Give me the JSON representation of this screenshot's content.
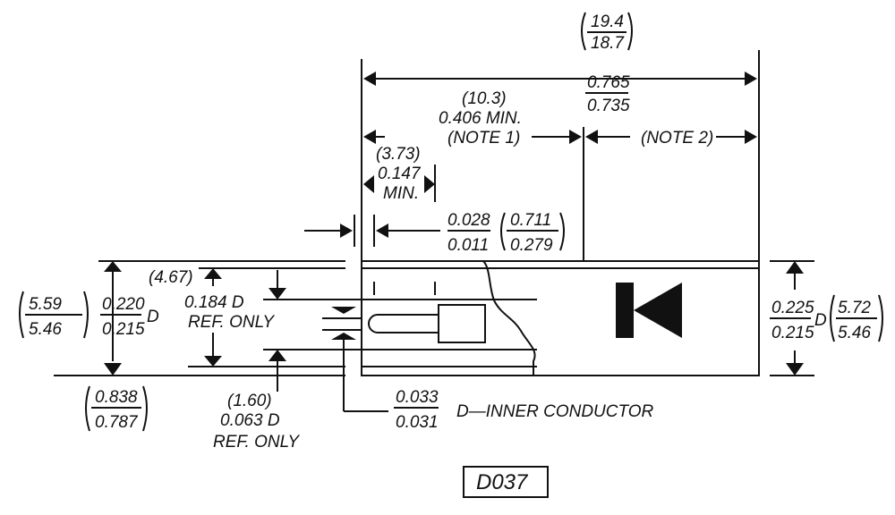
{
  "dims": {
    "overall_mm_hi": "19.4",
    "overall_mm_lo": "18.7",
    "overall_in_hi": "0.765",
    "overall_in_lo": "0.735",
    "min_mm": "(10.3)",
    "min_in": "0.406 MIN.",
    "note1": "(NOTE 1)",
    "note2": "(NOTE 2)",
    "small_mm": "(3.73)",
    "small_in": "0.147",
    "small_min": "MIN.",
    "gap_in_hi": "0.028",
    "gap_in_lo": "0.011",
    "gap_mm_hi": "0.711",
    "gap_mm_lo": "0.279",
    "ref184_mm": "(4.67)",
    "ref184_in": "0.184 D",
    "ref184_note": "REF. ONLY",
    "left_mm_hi": "5.59",
    "left_mm_lo": "5.46",
    "left_in_hi": "0.220",
    "left_in_lo": "0.215",
    "left_d": "D",
    "right_in_hi": "0.225",
    "right_in_lo": "0.215",
    "right_d": "D",
    "right_mm_hi": "5.72",
    "right_mm_lo": "5.46",
    "flange_mm_hi": "0.838",
    "flange_mm_lo": "0.787",
    "ref063_mm": "(1.60)",
    "ref063_in": "0.063 D",
    "ref063_note": "REF. ONLY",
    "inner_hi": "0.033",
    "inner_lo": "0.031",
    "inner_label": "D—INNER CONDUCTOR"
  },
  "package_label": "D037"
}
